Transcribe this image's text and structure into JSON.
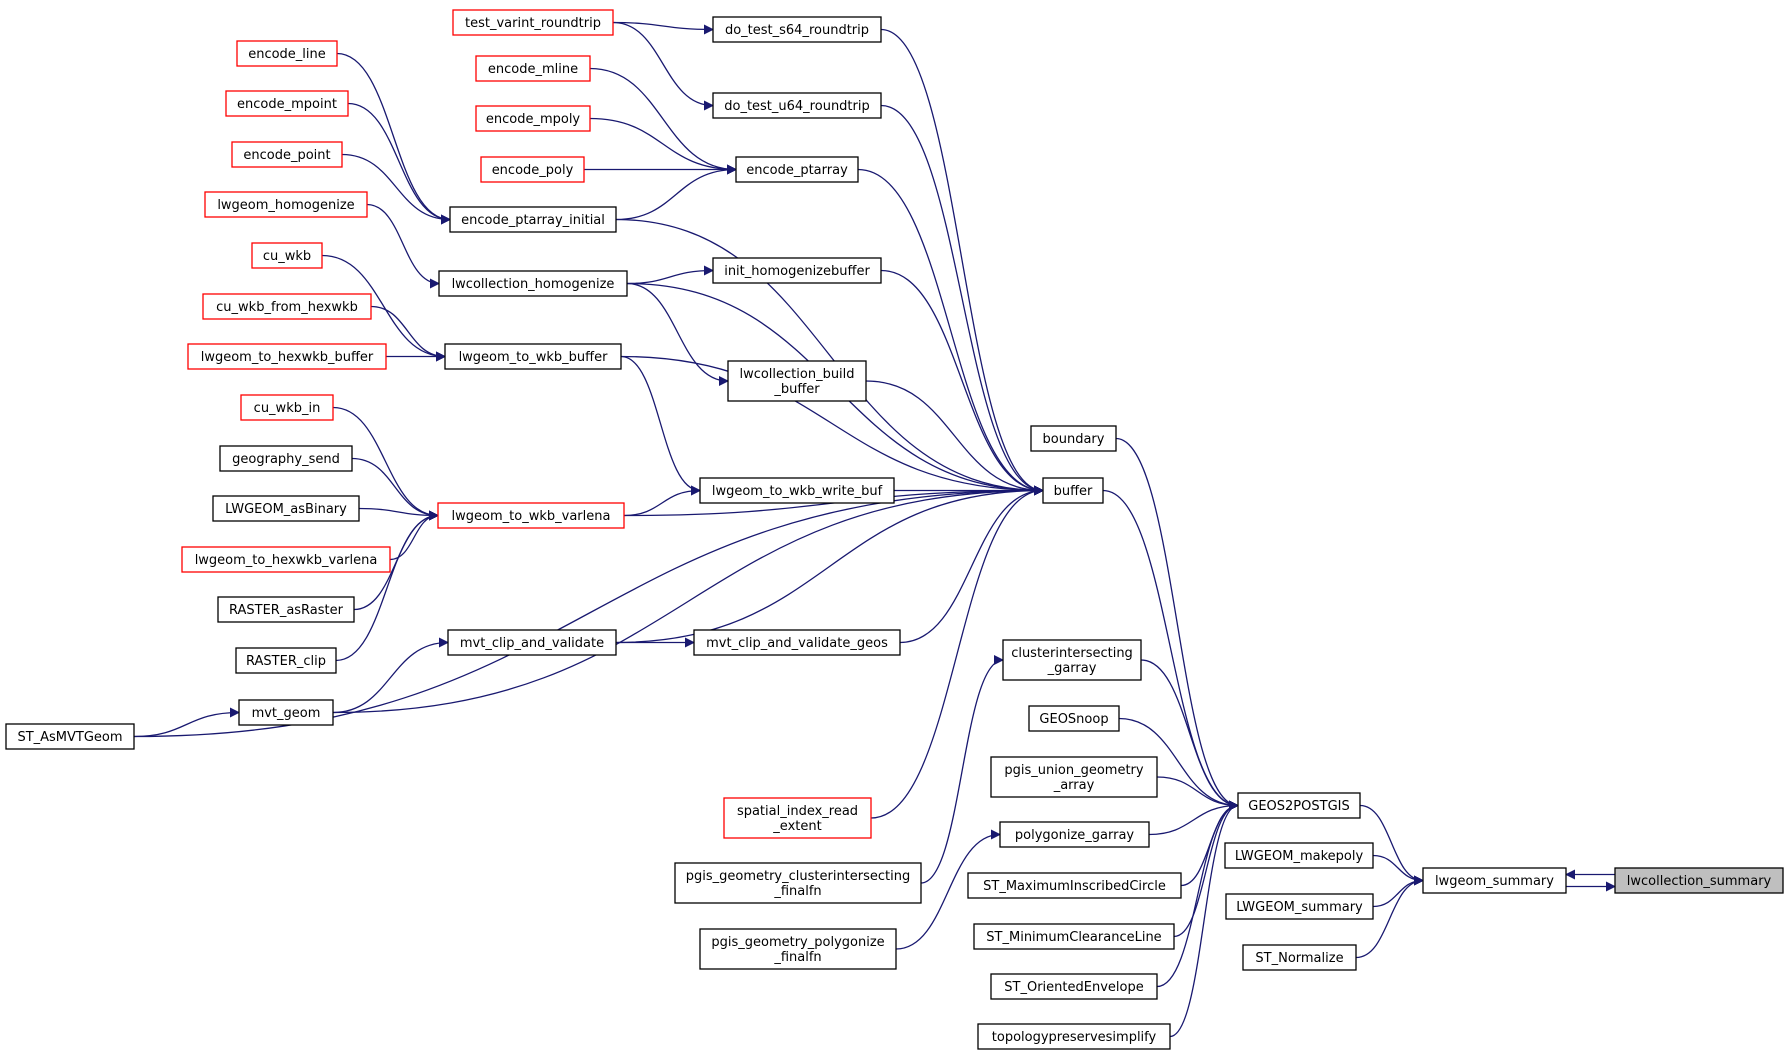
{
  "colors": {
    "edge": "#191970",
    "node_border": "#000000",
    "node_border_truncated": "#ff0000",
    "node_fill": "#ffffff",
    "focus_fill": "#bfbfbf"
  },
  "nodes": {
    "test_varint_roundtrip": {
      "lines": [
        "test_varint_roundtrip"
      ],
      "style": "truncated"
    },
    "do_test_s64_roundtrip": {
      "lines": [
        "do_test_s64_roundtrip"
      ],
      "style": "normal"
    },
    "do_test_u64_roundtrip": {
      "lines": [
        "do_test_u64_roundtrip"
      ],
      "style": "normal"
    },
    "encode_line": {
      "lines": [
        "encode_line"
      ],
      "style": "truncated"
    },
    "encode_mline": {
      "lines": [
        "encode_mline"
      ],
      "style": "truncated"
    },
    "encode_mpoint": {
      "lines": [
        "encode_mpoint"
      ],
      "style": "truncated"
    },
    "encode_mpoly": {
      "lines": [
        "encode_mpoly"
      ],
      "style": "truncated"
    },
    "encode_point": {
      "lines": [
        "encode_point"
      ],
      "style": "truncated"
    },
    "encode_poly": {
      "lines": [
        "encode_poly"
      ],
      "style": "truncated"
    },
    "encode_ptarray": {
      "lines": [
        "encode_ptarray"
      ],
      "style": "normal"
    },
    "encode_ptarray_initial": {
      "lines": [
        "encode_ptarray_initial"
      ],
      "style": "normal"
    },
    "lwgeom_homogenize": {
      "lines": [
        "lwgeom_homogenize"
      ],
      "style": "truncated"
    },
    "lwcollection_homogenize": {
      "lines": [
        "lwcollection_homogenize"
      ],
      "style": "normal"
    },
    "init_homogenizebuffer": {
      "lines": [
        "init_homogenizebuffer"
      ],
      "style": "normal"
    },
    "cu_wkb": {
      "lines": [
        "cu_wkb"
      ],
      "style": "truncated"
    },
    "cu_wkb_from_hexwkb": {
      "lines": [
        "cu_wkb_from_hexwkb"
      ],
      "style": "truncated"
    },
    "lwgeom_to_hexwkb_buffer": {
      "lines": [
        "lwgeom_to_hexwkb_buffer"
      ],
      "style": "truncated"
    },
    "lwgeom_to_wkb_buffer": {
      "lines": [
        "lwgeom_to_wkb_buffer"
      ],
      "style": "normal"
    },
    "lwcollection_build_buffer": {
      "lines": [
        "lwcollection_build",
        "_buffer"
      ],
      "style": "normal"
    },
    "boundary": {
      "lines": [
        "boundary"
      ],
      "style": "normal"
    },
    "cu_wkb_in": {
      "lines": [
        "cu_wkb_in"
      ],
      "style": "truncated"
    },
    "geography_send": {
      "lines": [
        "geography_send"
      ],
      "style": "normal"
    },
    "LWGEOM_asBinary": {
      "lines": [
        "LWGEOM_asBinary"
      ],
      "style": "normal"
    },
    "lwgeom_to_wkb_varlena": {
      "lines": [
        "lwgeom_to_wkb_varlena"
      ],
      "style": "truncated"
    },
    "lwgeom_to_wkb_write_buf": {
      "lines": [
        "lwgeom_to_wkb_write_buf"
      ],
      "style": "normal"
    },
    "buffer": {
      "lines": [
        "buffer"
      ],
      "style": "normal"
    },
    "lwgeom_to_hexwkb_varlena": {
      "lines": [
        "lwgeom_to_hexwkb_varlena"
      ],
      "style": "truncated"
    },
    "RASTER_asRaster": {
      "lines": [
        "RASTER_asRaster"
      ],
      "style": "normal"
    },
    "RASTER_clip": {
      "lines": [
        "RASTER_clip"
      ],
      "style": "normal"
    },
    "mvt_clip_and_validate": {
      "lines": [
        "mvt_clip_and_validate"
      ],
      "style": "normal"
    },
    "mvt_clip_and_validate_geos": {
      "lines": [
        "mvt_clip_and_validate_geos"
      ],
      "style": "normal"
    },
    "clusterintersecting_garray": {
      "lines": [
        "clusterintersecting",
        "_garray"
      ],
      "style": "normal"
    },
    "mvt_geom": {
      "lines": [
        "mvt_geom"
      ],
      "style": "normal"
    },
    "GEOSnoop": {
      "lines": [
        "GEOSnoop"
      ],
      "style": "normal"
    },
    "ST_AsMVTGeom": {
      "lines": [
        "ST_AsMVTGeom"
      ],
      "style": "normal"
    },
    "pgis_union_geometry_array": {
      "lines": [
        "pgis_union_geometry",
        "_array"
      ],
      "style": "normal"
    },
    "GEOS2POSTGIS": {
      "lines": [
        "GEOS2POSTGIS"
      ],
      "style": "normal"
    },
    "spatial_index_read_extent": {
      "lines": [
        "spatial_index_read",
        "_extent"
      ],
      "style": "truncated"
    },
    "polygonize_garray": {
      "lines": [
        "polygonize_garray"
      ],
      "style": "normal"
    },
    "LWGEOM_makepoly": {
      "lines": [
        "LWGEOM_makepoly"
      ],
      "style": "normal"
    },
    "pgis_geometry_clusterintersecting_finalfn": {
      "lines": [
        "pgis_geometry_clusterintersecting",
        "_finalfn"
      ],
      "style": "normal"
    },
    "ST_MaximumInscribedCircle": {
      "lines": [
        "ST_MaximumInscribedCircle"
      ],
      "style": "normal"
    },
    "lwgeom_summary": {
      "lines": [
        "lwgeom_summary"
      ],
      "style": "normal"
    },
    "lwcollection_summary": {
      "lines": [
        "lwcollection_summary"
      ],
      "style": "focus"
    },
    "LWGEOM_summary": {
      "lines": [
        "LWGEOM_summary"
      ],
      "style": "normal"
    },
    "ST_MinimumClearanceLine": {
      "lines": [
        "ST_MinimumClearanceLine"
      ],
      "style": "normal"
    },
    "pgis_geometry_polygonize_finalfn": {
      "lines": [
        "pgis_geometry_polygonize",
        "_finalfn"
      ],
      "style": "normal"
    },
    "ST_Normalize": {
      "lines": [
        "ST_Normalize"
      ],
      "style": "normal"
    },
    "ST_OrientedEnvelope": {
      "lines": [
        "ST_OrientedEnvelope"
      ],
      "style": "normal"
    },
    "topologypreservesimplify": {
      "lines": [
        "topologypreservesimplify"
      ],
      "style": "normal"
    }
  },
  "edges": [
    [
      "test_varint_roundtrip",
      "do_test_s64_roundtrip"
    ],
    [
      "test_varint_roundtrip",
      "do_test_u64_roundtrip"
    ],
    [
      "encode_mline",
      "encode_ptarray"
    ],
    [
      "encode_mpoly",
      "encode_ptarray"
    ],
    [
      "encode_poly",
      "encode_ptarray"
    ],
    [
      "encode_ptarray_initial",
      "encode_ptarray"
    ],
    [
      "encode_line",
      "encode_ptarray_initial"
    ],
    [
      "encode_mpoint",
      "encode_ptarray_initial"
    ],
    [
      "encode_point",
      "encode_ptarray_initial"
    ],
    [
      "lwgeom_homogenize",
      "lwcollection_homogenize"
    ],
    [
      "lwcollection_homogenize",
      "init_homogenizebuffer"
    ],
    [
      "lwcollection_homogenize",
      "lwcollection_build_buffer"
    ],
    [
      "cu_wkb",
      "lwgeom_to_wkb_buffer"
    ],
    [
      "cu_wkb_from_hexwkb",
      "lwgeom_to_wkb_buffer"
    ],
    [
      "lwgeom_to_hexwkb_buffer",
      "lwgeom_to_wkb_buffer"
    ],
    [
      "lwgeom_to_wkb_buffer",
      "lwgeom_to_wkb_write_buf"
    ],
    [
      "cu_wkb_in",
      "lwgeom_to_wkb_varlena"
    ],
    [
      "geography_send",
      "lwgeom_to_wkb_varlena"
    ],
    [
      "LWGEOM_asBinary",
      "lwgeom_to_wkb_varlena"
    ],
    [
      "lwgeom_to_hexwkb_varlena",
      "lwgeom_to_wkb_varlena"
    ],
    [
      "RASTER_asRaster",
      "lwgeom_to_wkb_varlena"
    ],
    [
      "RASTER_clip",
      "lwgeom_to_wkb_varlena"
    ],
    [
      "lwgeom_to_wkb_varlena",
      "lwgeom_to_wkb_write_buf"
    ],
    [
      "mvt_clip_and_validate",
      "mvt_clip_and_validate_geos"
    ],
    [
      "mvt_geom",
      "mvt_clip_and_validate"
    ],
    [
      "ST_AsMVTGeom",
      "mvt_geom"
    ],
    [
      "do_test_s64_roundtrip",
      "buffer"
    ],
    [
      "do_test_u64_roundtrip",
      "buffer"
    ],
    [
      "encode_ptarray",
      "buffer"
    ],
    [
      "encode_ptarray_initial",
      "buffer"
    ],
    [
      "init_homogenizebuffer",
      "buffer"
    ],
    [
      "lwcollection_homogenize",
      "buffer"
    ],
    [
      "lwcollection_build_buffer",
      "buffer"
    ],
    [
      "lwgeom_to_wkb_buffer",
      "buffer"
    ],
    [
      "lwgeom_to_wkb_write_buf",
      "buffer"
    ],
    [
      "lwgeom_to_wkb_varlena",
      "buffer"
    ],
    [
      "mvt_clip_and_validate",
      "buffer"
    ],
    [
      "mvt_clip_and_validate_geos",
      "buffer"
    ],
    [
      "mvt_geom",
      "buffer"
    ],
    [
      "ST_AsMVTGeom",
      "buffer"
    ],
    [
      "spatial_index_read_extent",
      "buffer"
    ],
    [
      "pgis_geometry_clusterintersecting_finalfn",
      "clusterintersecting_garray"
    ],
    [
      "pgis_geometry_polygonize_finalfn",
      "polygonize_garray"
    ],
    [
      "boundary",
      "GEOS2POSTGIS"
    ],
    [
      "buffer",
      "GEOS2POSTGIS"
    ],
    [
      "clusterintersecting_garray",
      "GEOS2POSTGIS"
    ],
    [
      "GEOSnoop",
      "GEOS2POSTGIS"
    ],
    [
      "pgis_union_geometry_array",
      "GEOS2POSTGIS"
    ],
    [
      "polygonize_garray",
      "GEOS2POSTGIS"
    ],
    [
      "ST_MaximumInscribedCircle",
      "GEOS2POSTGIS"
    ],
    [
      "ST_MinimumClearanceLine",
      "GEOS2POSTGIS"
    ],
    [
      "ST_OrientedEnvelope",
      "GEOS2POSTGIS"
    ],
    [
      "topologypreservesimplify",
      "GEOS2POSTGIS"
    ],
    [
      "GEOS2POSTGIS",
      "lwgeom_summary"
    ],
    [
      "LWGEOM_makepoly",
      "lwgeom_summary"
    ],
    [
      "LWGEOM_summary",
      "lwgeom_summary"
    ],
    [
      "ST_Normalize",
      "lwgeom_summary"
    ],
    [
      "lwgeom_summary",
      "lwcollection_summary"
    ],
    [
      "lwcollection_summary",
      "lwgeom_summary"
    ]
  ]
}
